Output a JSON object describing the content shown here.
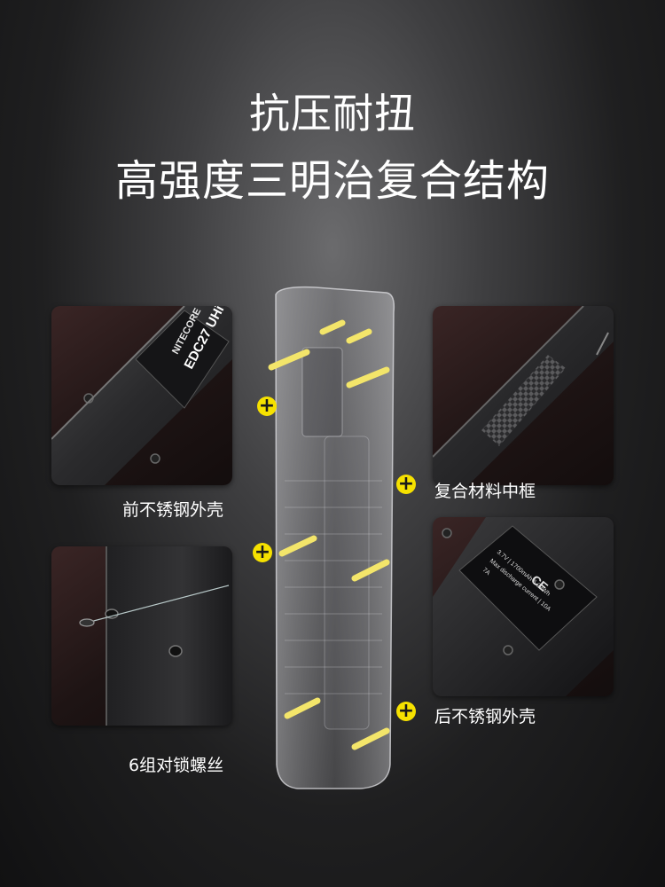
{
  "title": {
    "line1": "抗压耐扭",
    "line2": "高强度三明治复合结构"
  },
  "captions": {
    "front_shell": "前不锈钢外壳",
    "middle_frame": "复合材料中框",
    "back_shell": "后不锈钢外壳",
    "screws": "6组对锁螺丝"
  },
  "markers": {
    "plus_symbol": "+"
  },
  "photo_front": {
    "brand": "NITECORE",
    "model": "EDC27 UHi"
  },
  "photo_back": {
    "label_line1": "3.7V | 1700mAh 6.29Wh",
    "label_line2": "Max discharge current | 10A",
    "label_line3": "7A"
  },
  "colors": {
    "accent_yellow": "#f6e100",
    "screw_yellow": "#f3e56a",
    "text_white": "#ffffff"
  }
}
